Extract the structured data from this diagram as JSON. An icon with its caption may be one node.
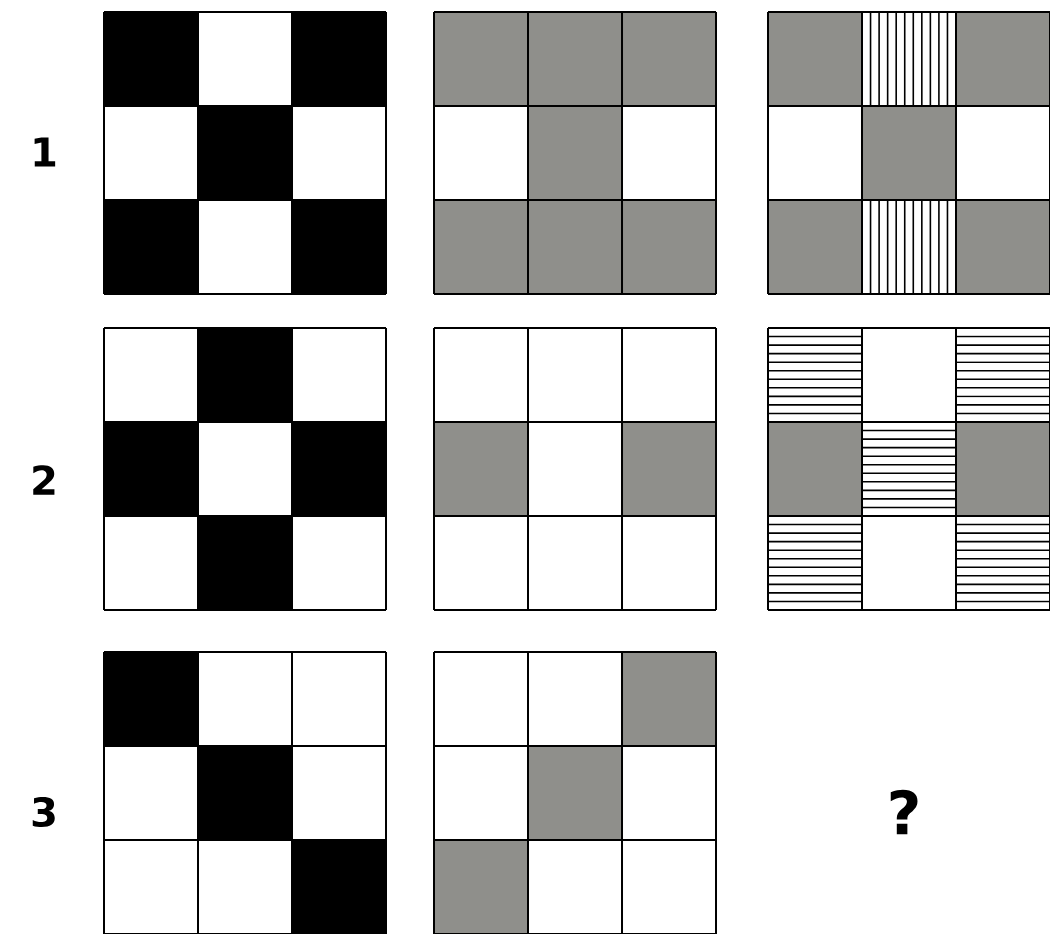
{
  "diagram": {
    "labels": [
      "1",
      "2",
      "3",
      "?"
    ]
  }
}
